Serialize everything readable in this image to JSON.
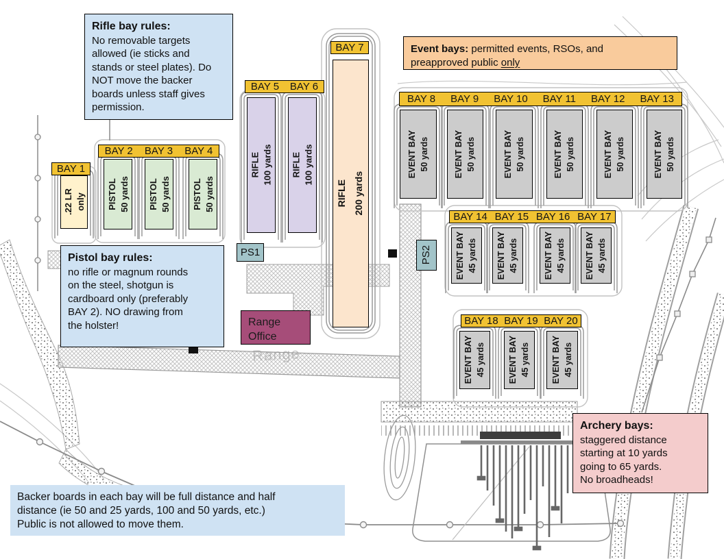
{
  "colors": {
    "bay_header_bg": "#f1c232",
    "bay_22lr_bg": "#fff2cc",
    "bay_pistol_bg": "#d9ead3",
    "bay_rifle100_bg": "#d9d2e9",
    "bay_rifle200_bg": "#fce5cd",
    "bay_event_bg": "#cccccc",
    "ps_box_bg": "#a2c4c9",
    "range_office_bg": "#a64d79",
    "note_blue_bg": "#cfe2f3",
    "note_orange_bg": "#f9cb9c",
    "note_pink_bg": "#f4cccc"
  },
  "notes": {
    "rifle": {
      "title": "Rifle bay rules:",
      "lines": [
        "No removable targets",
        "allowed (ie sticks and",
        "stands or steel plates). Do",
        "NOT move the backer",
        "boards unless staff gives",
        "permission."
      ]
    },
    "event": {
      "title": "Event bays:",
      "line1": "permitted events, RSOs, and",
      "line2": "preapproved public",
      "underlined": "only"
    },
    "pistol": {
      "title": "Pistol bay rules:",
      "lines": [
        "no rifle or magnum rounds",
        "on the steel, shotgun is",
        "cardboard only (preferably",
        "BAY 2). NO drawing from",
        "the holster!"
      ]
    },
    "archery": {
      "title": "Archery bays:",
      "lines": [
        "staggered distance",
        "starting at 10 yards",
        "going to 65 yards.",
        "No broadheads!"
      ]
    },
    "backer": {
      "lines": [
        "Backer boards in each bay will be full distance and half",
        "distance (ie 50 and 25 yards, 100 and 50 yards, etc.)",
        "Public is not allowed to move them."
      ]
    }
  },
  "labels": {
    "ps1": "PS1",
    "ps2": "PS2",
    "range_office": "Range Office",
    "road_watermark": "Range"
  },
  "bays": [
    {
      "header": "BAY 1",
      "line1": ".22 LR",
      "line2": "only"
    },
    {
      "header": "BAY 2",
      "line1": "PISTOL",
      "line2": "50 yards"
    },
    {
      "header": "BAY 3",
      "line1": "PISTOL",
      "line2": "50 yards"
    },
    {
      "header": "BAY 4",
      "line1": "PISTOL",
      "line2": "50 yards"
    },
    {
      "header": "BAY 5",
      "line1": "RIFLE",
      "line2": "100 yards"
    },
    {
      "header": "BAY 6",
      "line1": "RIFLE",
      "line2": "100 yards"
    },
    {
      "header": "BAY 7",
      "line1": "RIFLE",
      "line2": "200 yards"
    },
    {
      "header": "BAY 8",
      "line1": "EVENT BAY",
      "line2": "50 yards"
    },
    {
      "header": "BAY 9",
      "line1": "EVENT BAY",
      "line2": "50 yards"
    },
    {
      "header": "BAY 10",
      "line1": "EVENT BAY",
      "line2": "50 yards"
    },
    {
      "header": "BAY 11",
      "line1": "EVENT BAY",
      "line2": "50 yards"
    },
    {
      "header": "BAY 12",
      "line1": "EVENT BAY",
      "line2": "50 yards"
    },
    {
      "header": "BAY 13",
      "line1": "EVENT BAY",
      "line2": "50 yards"
    },
    {
      "header": "BAY 14",
      "line1": "EVENT BAY",
      "line2": "45 yards"
    },
    {
      "header": "BAY 15",
      "line1": "EVENT BAY",
      "line2": "45 yards"
    },
    {
      "header": "BAY 16",
      "line1": "EVENT BAY",
      "line2": "45 yards"
    },
    {
      "header": "BAY 17",
      "line1": "EVENT BAY",
      "line2": "45 yards"
    },
    {
      "header": "BAY 18",
      "line1": "EVENT BAY",
      "line2": "45 yards"
    },
    {
      "header": "BAY 19",
      "line1": "EVENT BAY",
      "line2": "45 yards"
    },
    {
      "header": "BAY 20",
      "line1": "EVENT BAY",
      "line2": "45 yards"
    }
  ]
}
